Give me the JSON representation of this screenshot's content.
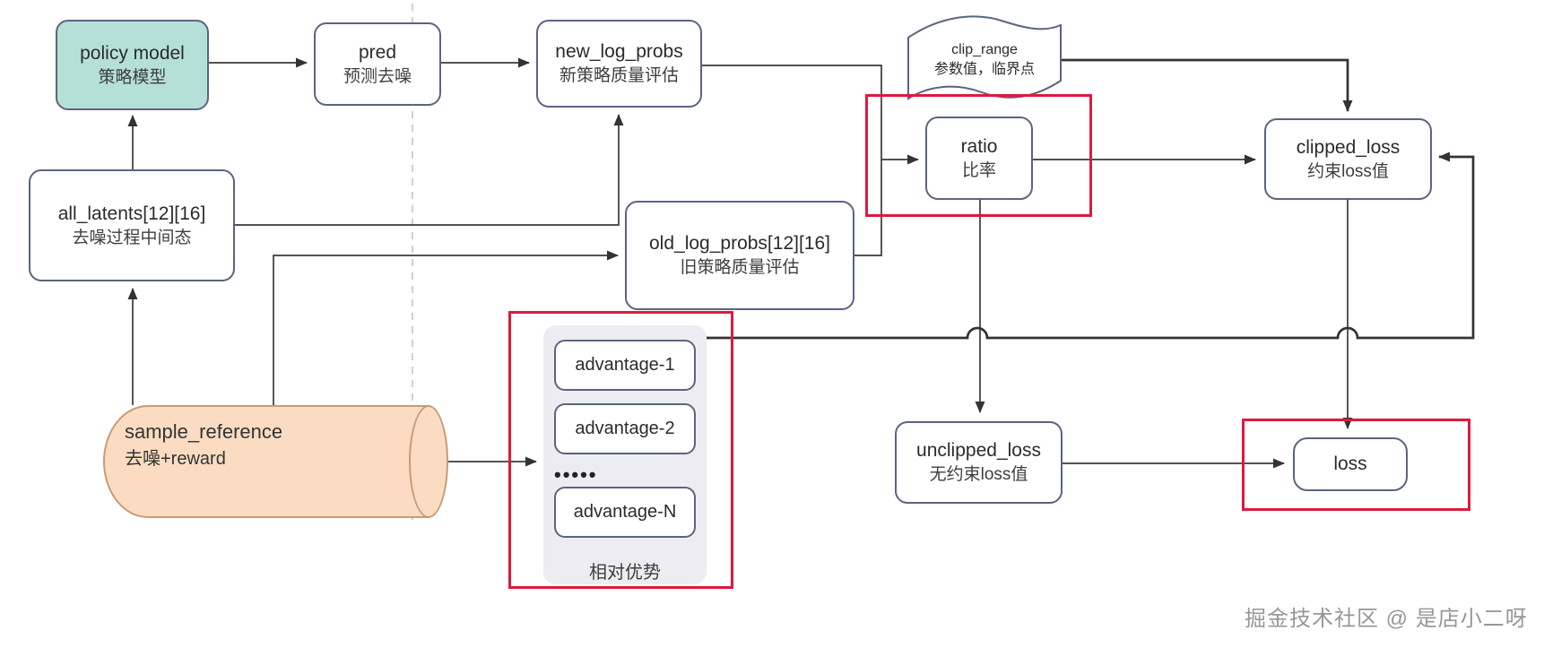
{
  "diagram": {
    "nodes": {
      "policy_model": {
        "title": "policy model",
        "subtitle": "策略模型"
      },
      "pred": {
        "title": "pred",
        "subtitle": "预测去噪"
      },
      "new_log_probs": {
        "title": "new_log_probs",
        "subtitle": "新策略质量评估"
      },
      "clip_range": {
        "title": "clip_range",
        "subtitle": "参数值，临界点"
      },
      "ratio": {
        "title": "ratio",
        "subtitle": "比率"
      },
      "clipped_loss": {
        "title": "clipped_loss",
        "subtitle": "约束loss值"
      },
      "all_latents": {
        "title": "all_latents[12][16]",
        "subtitle": "去噪过程中间态"
      },
      "old_log_probs": {
        "title": "old_log_probs[12][16]",
        "subtitle": "旧策略质量评估"
      },
      "sample_reference": {
        "title": "sample_reference",
        "subtitle": "去噪+reward"
      },
      "unclipped_loss": {
        "title": "unclipped_loss",
        "subtitle": "无约束loss值"
      },
      "loss": {
        "title": "loss"
      }
    },
    "advantages": {
      "items": [
        "advantage-1",
        "advantage-2"
      ],
      "ellipsis": "•••••",
      "last": "advantage-N",
      "label": "相对优势"
    },
    "watermark": "掘金技术社区 @ 是店小二呀",
    "colors": {
      "highlight_red": "#dc1a3e",
      "node_border": "#5b6480",
      "policy_fill": "#b5e0d8",
      "cylinder_fill": "#fbdcc2",
      "cylinder_border": "#c79b76",
      "group_fill": "#ededf1",
      "line": "#3a3a3a"
    }
  }
}
